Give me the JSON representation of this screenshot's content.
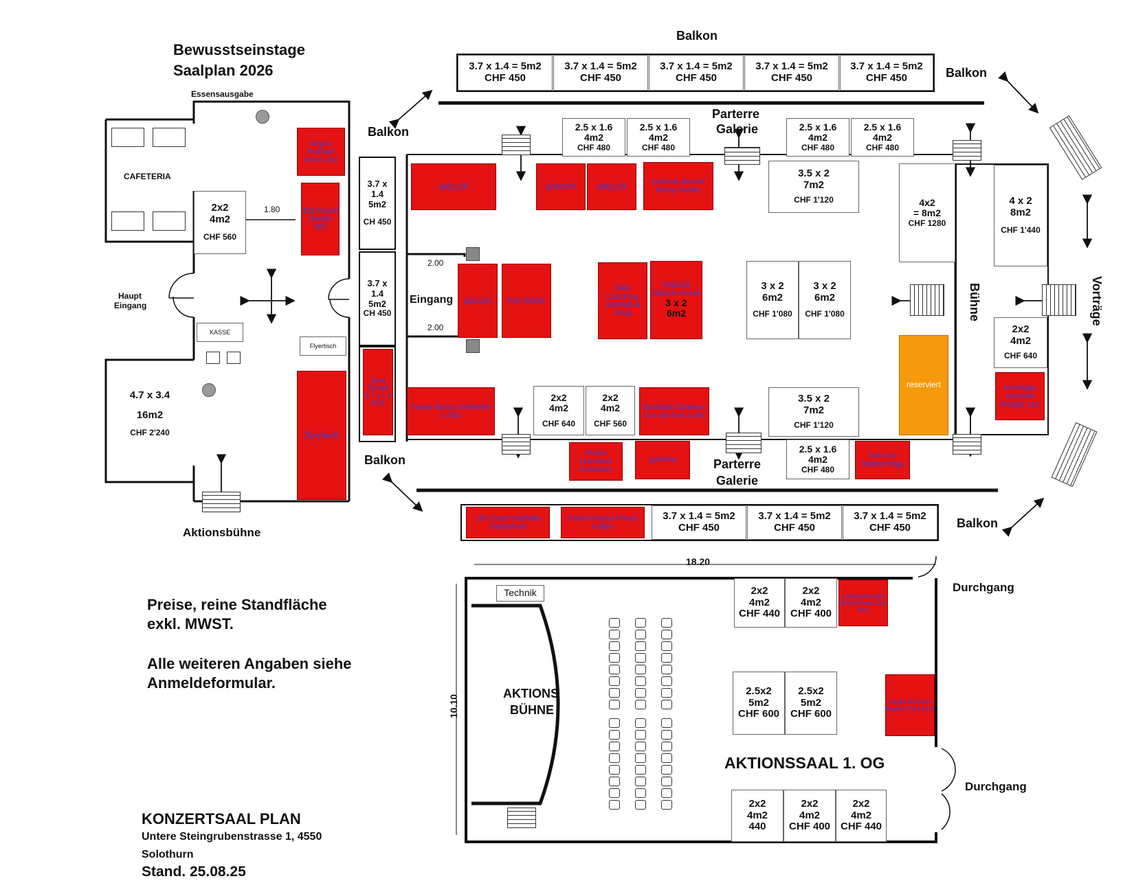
{
  "header": {
    "title1": "Bewusstseinstage",
    "title2": "Saalplan 2026"
  },
  "labels": {
    "essensausgabe": "Essensausgabe",
    "cafeteria": "CAFETERIA",
    "haupt": "Haupt",
    "eingang_main": "Eingang",
    "kasse": "KASSE",
    "flyertisch": "Flyertisch",
    "aktionsbuehne_label": "Aktionsbühne",
    "balkon": "Balkon",
    "parterre": "Parterre",
    "galerie": "Galerie",
    "eingang": "Eingang",
    "buehne": "Bühne",
    "vortraege": "Vorträge",
    "dim_180": "1.80",
    "dim_200a": "2.00",
    "dim_200b": "2.00",
    "dim_1820": "18.20",
    "dim_1010": "10.10",
    "technik": "Technik",
    "aktions_buehne_1": "AKTIONS",
    "aktions_buehne_2": "BÜHNE",
    "aktionssaal": "AKTIONSSAAL 1. OG",
    "durchgang": "Durchgang"
  },
  "notes": {
    "line1": "Preise, reine Standfläche",
    "line2": "exkl. MWST.",
    "line3": "Alle weiteren Angaben siehe",
    "line4": "Anmeldeformular."
  },
  "footer": {
    "title": "KONZERTSAAL PLAN",
    "address1": "Untere Steingrubenstrasse 1, 4550",
    "address2": "Solothurn",
    "stand": "Stand. 25.08.25"
  },
  "booths": {
    "top_balkon": [
      {
        "l1": "3.7 x 1.4 = 5m2",
        "l2": "CHF 450"
      },
      {
        "l1": "3.7 x 1.4 = 5m2",
        "l2": "CHF 450"
      },
      {
        "l1": "3.7 x 1.4 = 5m2",
        "l2": "CHF 450"
      },
      {
        "l1": "3.7 x 1.4 = 5m2",
        "l2": "CHF 450"
      },
      {
        "l1": "3.7 x 1.4 = 5m2",
        "l2": "CHF 450"
      }
    ],
    "bottom_balkon": [
      {
        "text": "Life Coach Nathalie Haberthuer",
        "status": "red"
      },
      {
        "text": "Katrin Hosner Praxis Kolibri",
        "status": "red"
      },
      {
        "l1": "3.7 x 1.4 = 5m2",
        "l2": "CHF 450"
      },
      {
        "l1": "3.7 x 1.4 = 5m2",
        "l2": "CHF 450"
      },
      {
        "l1": "3.7 x 1.4 = 5m2",
        "l2": "CHF 450"
      }
    ],
    "galerie_top": [
      {
        "l1": "2.5 x 1.6",
        "l2": "4m2",
        "l3": "CHF 480"
      },
      {
        "l1": "2.5 x 1.6",
        "l2": "4m2",
        "l3": "CHF 480"
      },
      {
        "l1": "2.5 x 1.6",
        "l2": "4m2",
        "l3": "CHF 480"
      },
      {
        "l1": "2.5 x 1.6",
        "l2": "4m2",
        "l3": "CHF 480"
      }
    ],
    "galerie_bottom": [
      {
        "text": "Praxis Franziska Schäublin",
        "status": "red"
      },
      {
        "text": "gebucht",
        "status": "red"
      },
      {
        "l1": "2.5 x 1.6",
        "l2": "4m2",
        "l3": "CHF 480"
      },
      {
        "text": "Gebucht Tatiana Vega",
        "status": "red"
      }
    ],
    "hall_top": [
      {
        "text": "gebucht",
        "status": "red"
      },
      {
        "text": "gebucht",
        "status": "red"
      },
      {
        "text": "gebucht",
        "status": "red"
      },
      {
        "text": "Andreas Bucher Romy Gerber",
        "status": "red"
      },
      {
        "l1": "3.5 x 2",
        "l2": "7m2",
        "l3": "CHF 1'120"
      },
      {
        "l1": "4x2",
        "l2": "= 8m2",
        "l3": "CHF 1280"
      }
    ],
    "hall_mid": [
      {
        "text": "gebucht",
        "status": "red"
      },
      {
        "text": "Kurt Weder",
        "status": "red"
      },
      {
        "text": "Gaia Coaching Gabriela & Janja",
        "status": "red"
      },
      {
        "text": "Gebucht Othmar Hossli",
        "sub1": "3 x 2",
        "sub2": "6m2",
        "status": "red"
      },
      {
        "l1": "3 x 2",
        "l2": "6m2",
        "l3": "CHF 1'080"
      },
      {
        "l1": "3 x 2",
        "l2": "6m2",
        "l3": "CHF 1'080"
      },
      {
        "text": "reserviert",
        "status": "orange"
      }
    ],
    "hall_bottom": [
      {
        "text": "Fostac Benny Seelhofer 3.5x2",
        "status": "red"
      },
      {
        "l1": "2x2",
        "l2": "4m2",
        "l3": "CHF 640"
      },
      {
        "l1": "2x2",
        "l2": "4m2",
        "l3": "CHF 560"
      },
      {
        "text": "Evolution Zentrum Urs und Ines Lüthi",
        "status": "red"
      },
      {
        "l1": "3.5 x 2",
        "l2": "7m2",
        "l3": "CHF 1'120"
      }
    ],
    "buehne_side": [
      {
        "l1": "4 x 2",
        "l2": "8m2",
        "l3": "CHF 1'440"
      },
      {
        "l1": "2x2",
        "l2": "4m2",
        "l3": "CHF 640"
      },
      {
        "text": "Aurasight Reinhild Brieger 2x2",
        "status": "red"
      }
    ],
    "corridor": [
      {
        "l1": "3.7 x 1.4",
        "l2": "5m2",
        "l3": "CH 450"
      },
      {
        "l1": "3.7 x 1.4",
        "l2": "5m2",
        "l3": "CH 450"
      },
      {
        "text": "Jana Schadt 3.7 x 1.4 5m2",
        "status": "red"
      }
    ],
    "foyer": [
      {
        "text": "Orgon Richard Veron 2x2",
        "status": "red"
      },
      {
        "text": "3x2 Daniel Zweifel 960",
        "status": "red"
      },
      {
        "l1": "2x2",
        "l2": "4m2",
        "l3": "CHF 560"
      },
      {
        "text": "Seyloch",
        "status": "red"
      },
      {
        "l1": "4.7 x 3.4",
        "l2": "16m2",
        "l3": "CHF 2'240"
      }
    ],
    "aktionssaal": [
      {
        "l1": "2x2",
        "l2": "4m2",
        "l3": "CHF 440"
      },
      {
        "l1": "2x2",
        "l2": "4m2",
        "l3": "CHF 400"
      },
      {
        "text": "Lebensenergie Silvia Probst 2x2 4m2",
        "status": "red"
      },
      {
        "l1": "2.5x2",
        "l2": "5m2",
        "l3": "CHF 600"
      },
      {
        "l1": "2.5x2",
        "l2": "5m2",
        "l3": "CHF 600"
      },
      {
        "text": "Nayeli 83 Heris Nayeli 2.5x2 5m2",
        "status": "red"
      },
      {
        "l1": "2x2",
        "l2": "4m2",
        "l3": "440"
      },
      {
        "l1": "2x2",
        "l2": "4m2",
        "l3": "CHF 400"
      },
      {
        "l1": "2x2",
        "l2": "4m2",
        "l3": "CHF 440"
      }
    ]
  },
  "colors": {
    "booked": "#e41212",
    "reserved": "#f59a0c",
    "free": "#ffffff"
  },
  "icons": [
    "arrow-icon",
    "stairs-icon",
    "door-icon",
    "compass-cross-icon"
  ]
}
